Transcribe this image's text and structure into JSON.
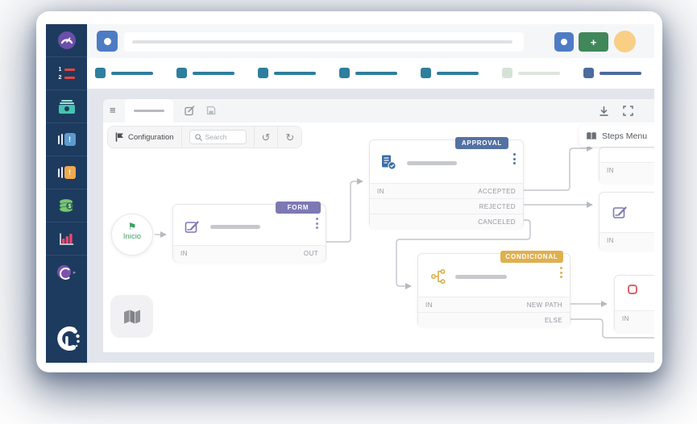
{
  "window": {
    "type": "workflow-designer-app"
  },
  "sidebar": {
    "items": [
      {
        "name": "dashboard",
        "color": "#6b4fa8"
      },
      {
        "name": "numbered-tasks",
        "color": "#e8453c"
      },
      {
        "name": "archive-cases",
        "color": "#45c4b0"
      },
      {
        "name": "cases-note-blue",
        "color": "#5e9ad0"
      },
      {
        "name": "cases-note-orange",
        "color": "#f0a94f"
      },
      {
        "name": "finance-coins",
        "color": "#7cc576"
      },
      {
        "name": "reports-chart",
        "color": "#e84a6f"
      },
      {
        "name": "brand-mini",
        "color": "#7b52ab"
      }
    ]
  },
  "header": {
    "buttons": [
      "app-grid",
      "notifications-dot",
      "add-new",
      "avatar"
    ],
    "accent_blue": "#4d7cc4",
    "accent_green": "#40875a",
    "avatar_color": "#f9cf85"
  },
  "progress_steps": {
    "states": [
      "done",
      "done",
      "done",
      "done",
      "done",
      "muted",
      "current"
    ],
    "done_color": "#2e7e9e",
    "muted_color": "#d7e2d7",
    "current_color": "#4b6b9e"
  },
  "glyphs": {
    "hamburger": "≡",
    "plus": "+",
    "undo": "↺",
    "redo": "↻",
    "flag": "⚑"
  },
  "toolbar": {
    "configuration_label": "Configuration",
    "search_placeholder": "Search"
  },
  "steps_menu": {
    "label": "Steps Menu"
  },
  "canvas": {
    "start": {
      "label": "Inicio",
      "color": "#3f9e62"
    },
    "form": {
      "badge": "FORM",
      "badge_color": "#7d79b4",
      "in": "IN",
      "out": "OUT"
    },
    "approval": {
      "badge": "APPROVAL",
      "badge_color": "#5372a2",
      "in": "IN",
      "outputs": [
        "ACCEPTED",
        "REJECTED",
        "CANCELED"
      ]
    },
    "conditional": {
      "badge": "CONDICIONAL",
      "badge_color": "#dfb04e",
      "in": "IN",
      "outputs": [
        "NEW PATH",
        "ELSE"
      ]
    },
    "side_nodes": [
      {
        "in": "IN"
      },
      {
        "in": "IN"
      },
      {
        "in": "IN"
      }
    ],
    "connector_color": "#c2c5ca"
  }
}
